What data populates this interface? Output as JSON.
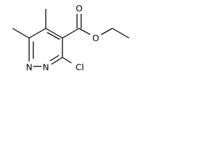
{
  "molecule": {
    "atoms": {
      "ring_n1": "N",
      "ring_n2": "N",
      "chlorine": "Cl",
      "carbonyl_o": "O",
      "ester_o": "O"
    }
  }
}
